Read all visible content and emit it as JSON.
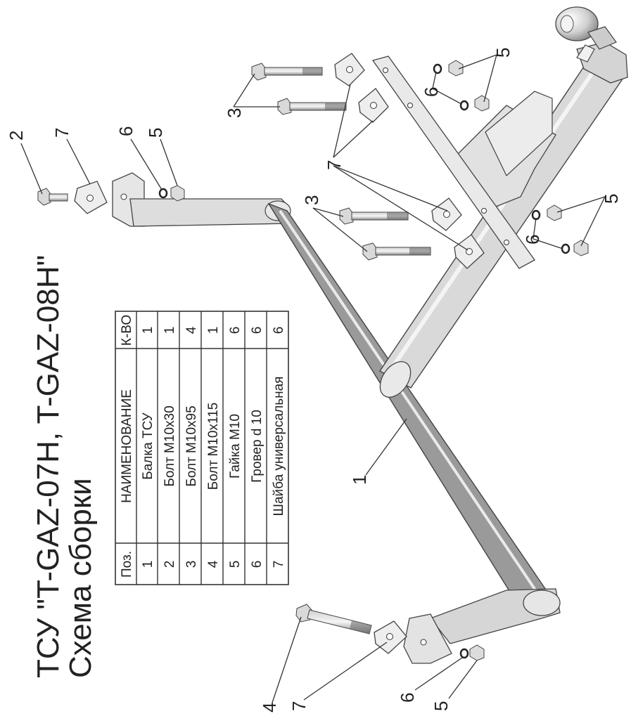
{
  "title": {
    "line1": "ТСУ \"T-GAZ-07H, T-GAZ-08H\"",
    "line2": "Схема сборки"
  },
  "parts_table": {
    "headers": [
      "Поз.",
      "НАИМЕНОВАНИЕ",
      "К-ВО"
    ],
    "rows": [
      {
        "pos": "1",
        "name": "Балка ТСУ",
        "qty": "1"
      },
      {
        "pos": "2",
        "name": "Болт М10х30",
        "qty": "1"
      },
      {
        "pos": "3",
        "name": "Болт М10х95",
        "qty": "4"
      },
      {
        "pos": "4",
        "name": "Болт М10х115",
        "qty": "1"
      },
      {
        "pos": "5",
        "name": "Гайка  М10",
        "qty": "6"
      },
      {
        "pos": "6",
        "name": "Гровер d 10",
        "qty": "6"
      },
      {
        "pos": "7",
        "name": "Шайба универсальная",
        "qty": "6"
      }
    ]
  },
  "callouts": {
    "c1": "1",
    "c2": "2",
    "c3a": "3",
    "c3b": "3",
    "c4": "4",
    "c5a": "5",
    "c5b": "5",
    "c5c": "5",
    "c5d": "5",
    "c6a": "6",
    "c6b": "6",
    "c6c": "6",
    "c6d": "6",
    "c7a": "7",
    "c7b": "7",
    "c7c": "7"
  },
  "colors": {
    "ink": "#222222",
    "metal_light": "#eeeeee",
    "metal_mid": "#c9c9c9",
    "metal_dark": "#8f8f8f"
  }
}
